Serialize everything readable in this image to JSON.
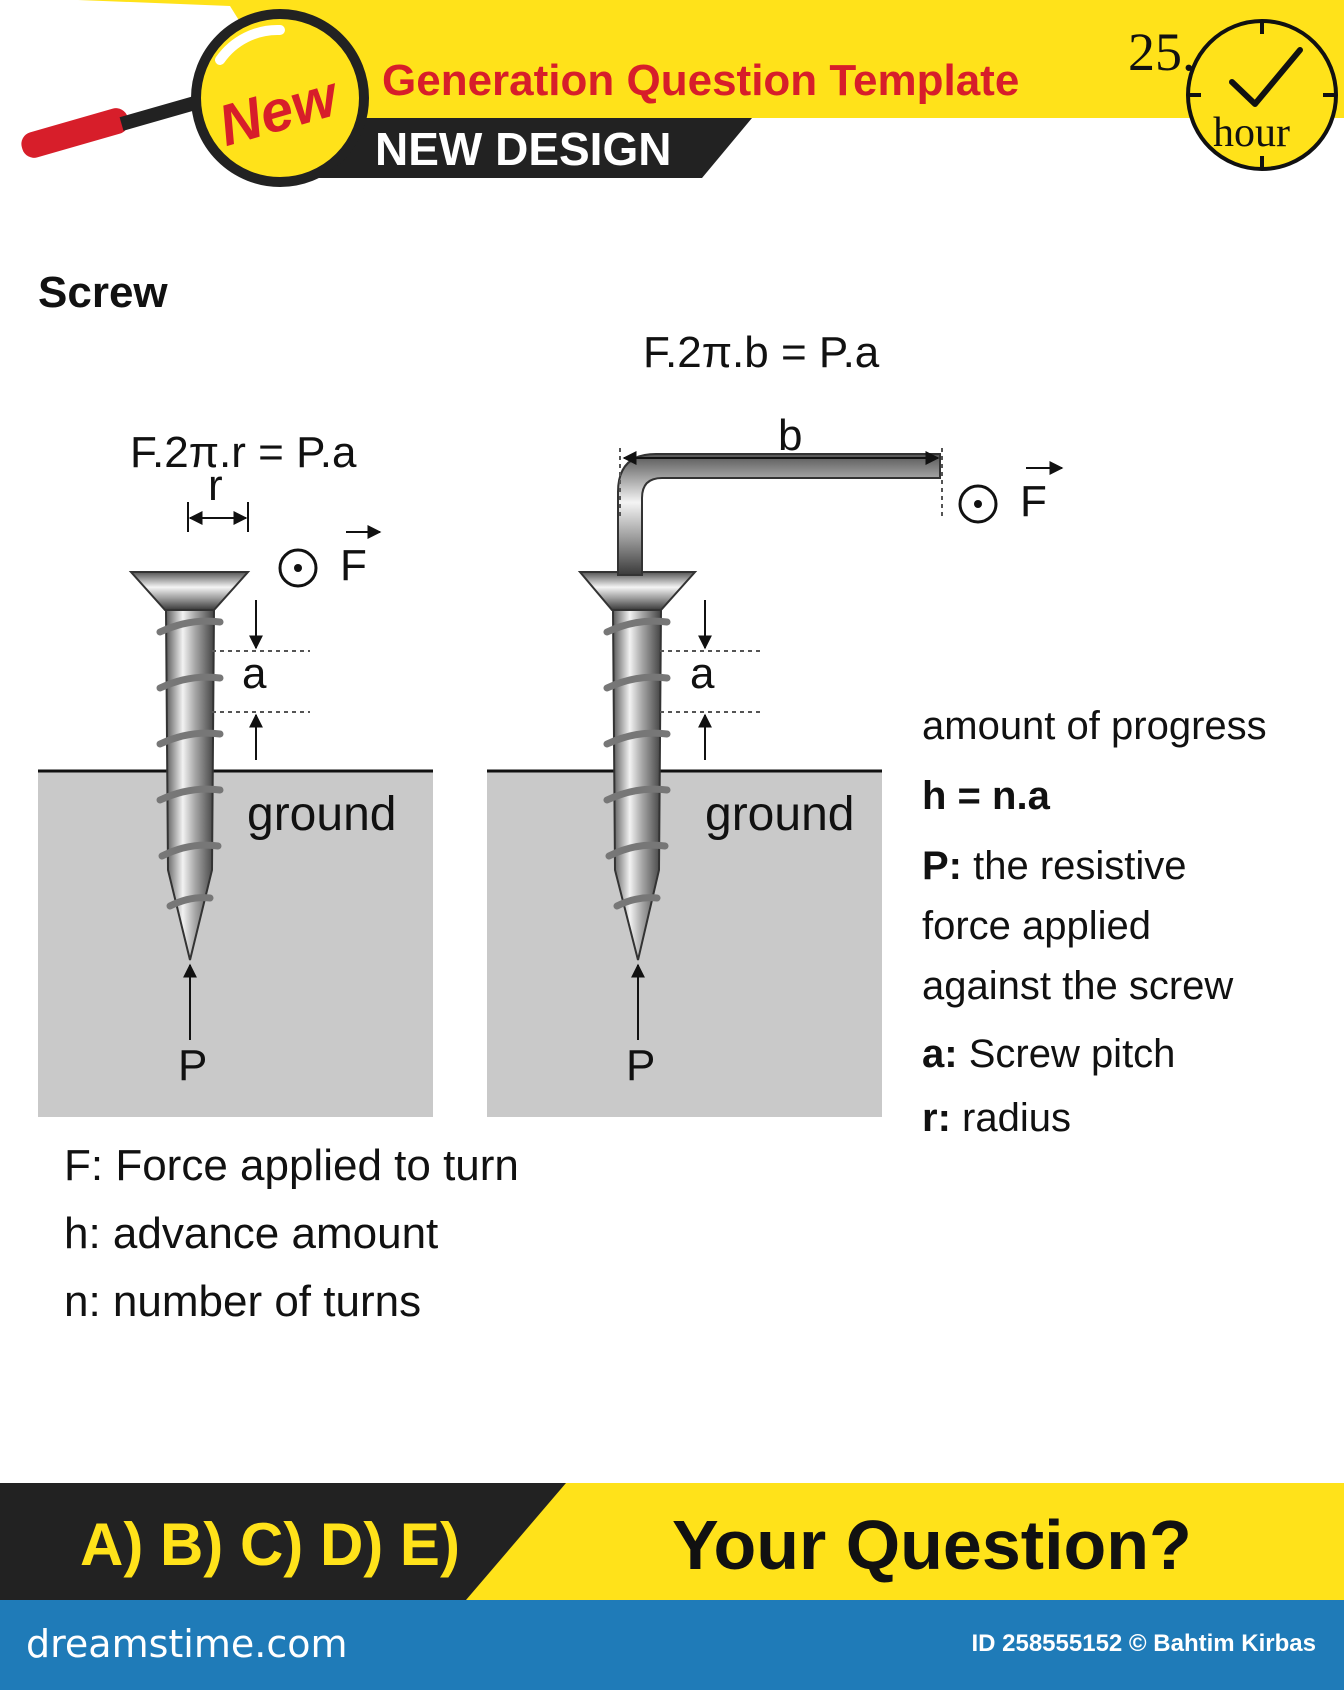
{
  "header": {
    "badge": "New",
    "title": "Generation Question Template",
    "subtitle": "NEW DESIGN",
    "clock_number": "25.",
    "clock_unit": "hour"
  },
  "section": {
    "title": "Screw"
  },
  "diagram_left": {
    "formula": "F.2π.r = P.a",
    "radius_label": "r",
    "force_label": "F",
    "pitch_label": "a",
    "ground_label": "ground",
    "resist_label": "P"
  },
  "diagram_right": {
    "formula": "F.2π.b = P.a",
    "arm_label": "b",
    "force_label": "F",
    "pitch_label": "a",
    "ground_label": "ground",
    "resist_label": "P"
  },
  "legend_bottom": [
    "F: Force applied to turn",
    "h: advance amount",
    "n: number of turns"
  ],
  "legend_right": {
    "progress_title": "amount of progress",
    "progress_formula": "h = n.a",
    "p_key": "P:",
    "p_line1": " the resistive",
    "p_line2": "force applied",
    "p_line3": "against the screw",
    "a_key": "a:",
    "a_desc": " Screw pitch",
    "r_key": "r:",
    "r_desc": " radius"
  },
  "footer": {
    "answers": "A) B) C) D) E)",
    "question": "Your Question?"
  },
  "watermark": {
    "brand": "dreamstime.com",
    "id_text": "ID 258555152 © Bahtim Kirbas"
  },
  "colors": {
    "yellow": "#ffe21a",
    "red": "#d71e2a",
    "dark": "#222222",
    "ground": "#c9c9c9",
    "blue_bar": "#1f7bb8"
  }
}
